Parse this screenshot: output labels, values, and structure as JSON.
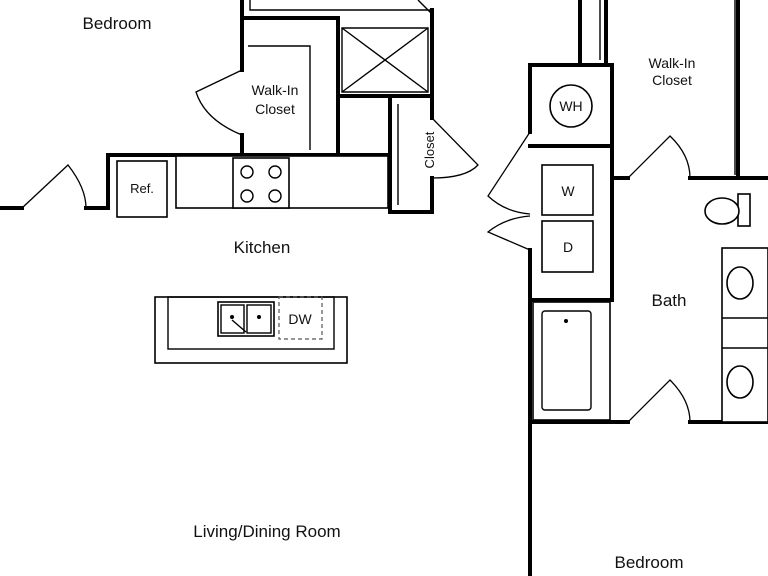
{
  "rooms": {
    "bedroom_top": "Bedroom",
    "walkin_left": [
      "Walk-In",
      "Closet"
    ],
    "walkin_right": [
      "Walk-In",
      "Closet"
    ],
    "closet": "Closet",
    "kitchen": "Kitchen",
    "bath": "Bath",
    "living": "Living/Dining Room",
    "bedroom_bottom": "Bedroom"
  },
  "fixtures": {
    "refrigerator": "Ref.",
    "water_heater": "WH",
    "washer": "W",
    "dryer": "D",
    "dishwasher": "DW"
  }
}
